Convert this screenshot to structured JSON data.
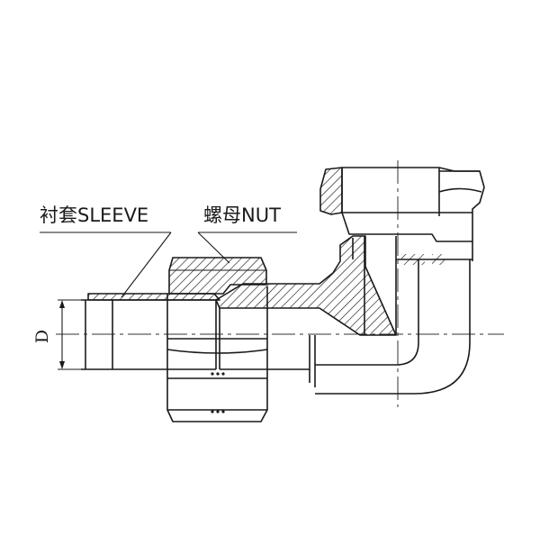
{
  "labels": {
    "sleeve": "衬套SLEEVE",
    "nut": "螺母NUT",
    "dimension": "D"
  },
  "colors": {
    "line": "#1a1a1a",
    "centerline": "#333333",
    "background": "#ffffff"
  }
}
